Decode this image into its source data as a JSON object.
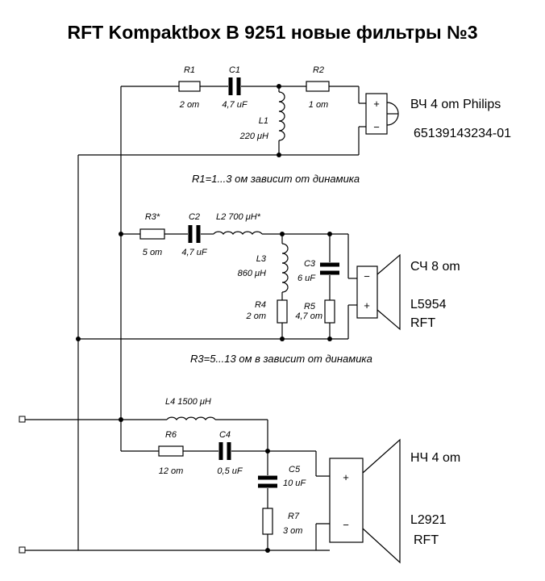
{
  "title": "RFT Kompaktbox B 9251 новые фильтры №3",
  "hf": {
    "r1_name": "R1",
    "r1_val": "2 om",
    "c1_name": "C1",
    "c1_val": "4,7 uF",
    "r2_name": "R2",
    "r2_val": "1 om",
    "l1_name": "L1",
    "l1_val": "220 μH",
    "speaker": "ВЧ  4 om  Philips",
    "model": "65139143234-01",
    "plus": "+",
    "minus": "−",
    "note": "R1=1...3 ом зависит от динамика"
  },
  "mf": {
    "r3_name": "R3*",
    "r3_val": "5 om",
    "c2_name": "C2",
    "c2_val": "4,7 uF",
    "l2_label": "L2  700 μH*",
    "l3_name": "L3",
    "l3_val": "860 μH",
    "c3_name": "C3",
    "c3_val": "6 uF",
    "r4_name": "R4",
    "r4_val": "2 om",
    "r5_name": "R5",
    "r5_val": "4,7 om",
    "speaker": "СЧ  8 om",
    "model": "L5954",
    "brand": "RFT",
    "plus": "+",
    "minus": "−",
    "note": "R3=5...13 ом в зависит от динамика"
  },
  "lf": {
    "l4_label": "L4   1500 μH",
    "r6_name": "R6",
    "r6_val": "12 om",
    "c4_name": "C4",
    "c4_val": "0,5 uF",
    "c5_name": "C5",
    "c5_val": "10 uF",
    "r7_name": "R7",
    "r7_val": "3 om",
    "speaker": "НЧ  4 om",
    "model": "L2921",
    "brand": "RFT",
    "plus": "+",
    "minus": "−"
  }
}
